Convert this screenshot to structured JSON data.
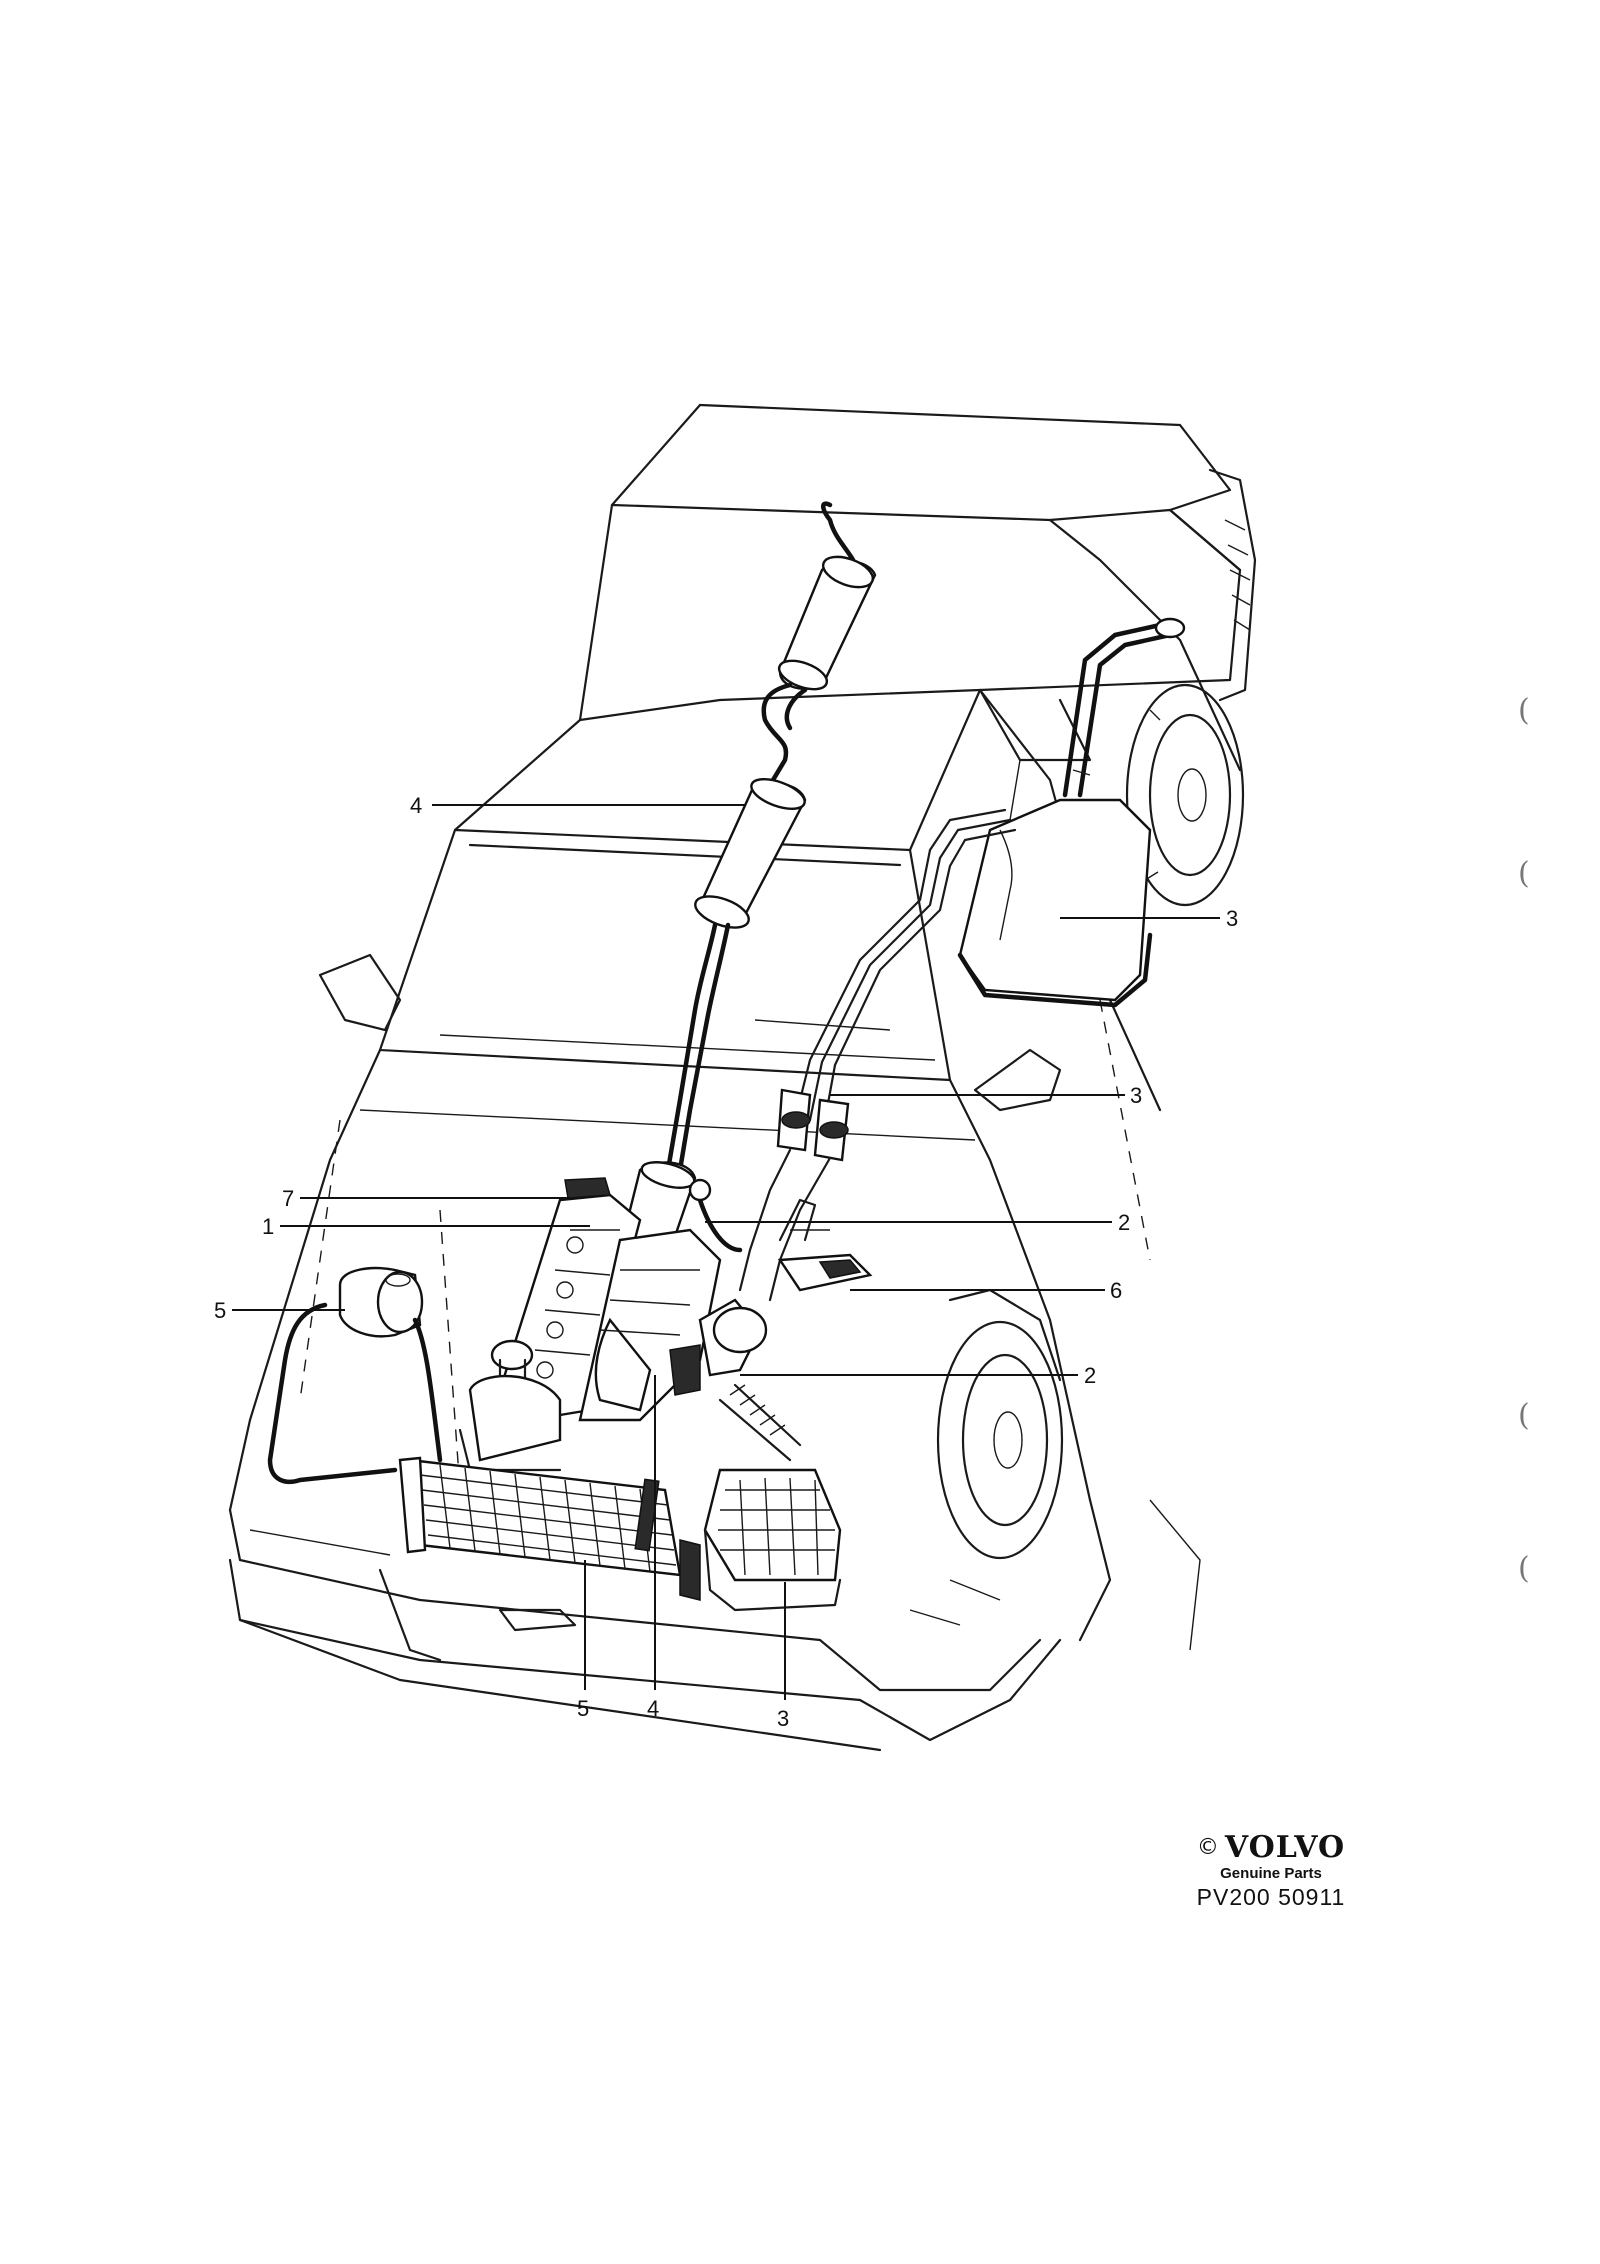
{
  "callouts": [
    {
      "id": "4-upper",
      "label": "4"
    },
    {
      "id": "3-tank",
      "label": "3"
    },
    {
      "id": "3-filters",
      "label": "3"
    },
    {
      "id": "7",
      "label": "7"
    },
    {
      "id": "1",
      "label": "1"
    },
    {
      "id": "2-upper",
      "label": "2"
    },
    {
      "id": "6",
      "label": "6"
    },
    {
      "id": "5-left",
      "label": "5"
    },
    {
      "id": "2-lower",
      "label": "2"
    },
    {
      "id": "5-bottom",
      "label": "5"
    },
    {
      "id": "4-bottom",
      "label": "4"
    },
    {
      "id": "3-bottom",
      "label": "3"
    }
  ],
  "logo": {
    "copyright": "©",
    "brand": "VOLVO",
    "tagline": "Genuine Parts",
    "drawing_code": "PV200 50911"
  },
  "margin_marks": [
    "(",
    "(",
    "(",
    "("
  ],
  "colors": {
    "line": "#1a1a1a",
    "paper": "#ffffff"
  }
}
